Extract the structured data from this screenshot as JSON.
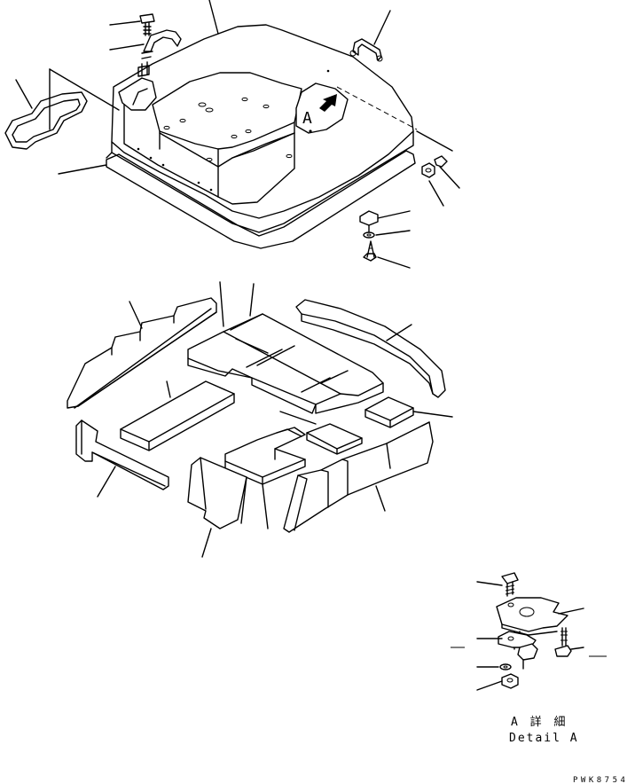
{
  "detail": {
    "view_letter": "A",
    "caption_jp": "A 詳 細",
    "caption_en": "Detail A"
  },
  "drawing_code": "PWK8754"
}
